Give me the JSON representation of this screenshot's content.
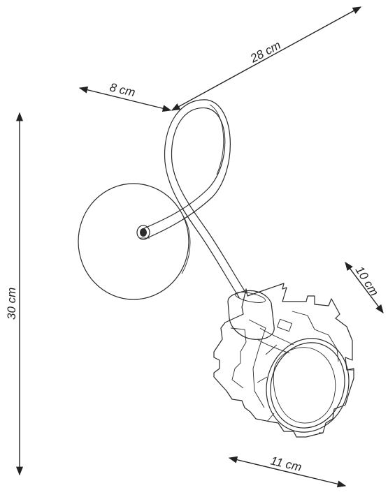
{
  "dimensions": {
    "depth": "28 cm",
    "mount_width": "8 cm",
    "height": "30 cm",
    "shade_depth": "10 cm",
    "shade_width": "11 cm"
  },
  "colors": {
    "line": "#2a2a2a",
    "background": "#ffffff"
  }
}
